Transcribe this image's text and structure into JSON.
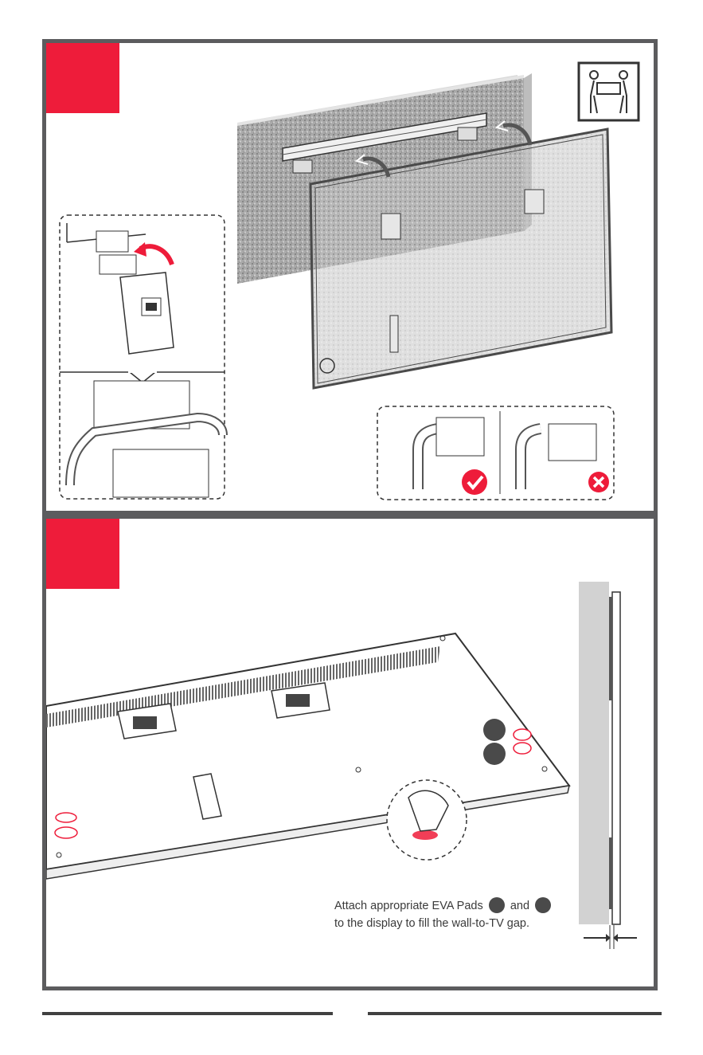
{
  "caption": {
    "line1_before": "Attach appropriate EVA Pads",
    "line1_middle": "and",
    "line2": "to the display to fill the wall-to-TV gap."
  },
  "colors": {
    "accent": "#ee1c3a",
    "frame": "#5c5c5e",
    "check": "#ee1c3a",
    "pad_marker": "#4a4a4a"
  },
  "icons": {
    "two_person_lift": "two-person-lift-icon",
    "correct": "check-icon",
    "incorrect": "cross-icon"
  }
}
